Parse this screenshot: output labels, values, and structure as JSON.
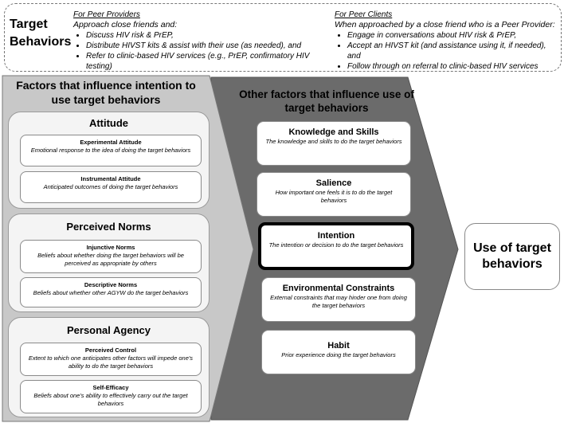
{
  "banner": {
    "title": "Target Behaviors",
    "providers": {
      "heading": "For Peer Providers",
      "subtitle": "Approach close friends and:",
      "items": [
        "Discuss HIV risk & PrEP,",
        "Distribute HIVST kits & assist with their use (as needed), and",
        "Refer to clinic-based HIV services (e.g., PrEP, confirmatory HIV testing)"
      ]
    },
    "clients": {
      "heading": "For Peer Clients",
      "subtitle": "When approached by a close friend who is a Peer Provider:",
      "items": [
        "Engage in conversations about HIV risk & PrEP,",
        "Accept an HIVST kit (and assistance using it, if needed), and",
        "Follow through on referral to clinic-based HIV services"
      ]
    }
  },
  "left_section": {
    "title": "Factors that influence intention to use target behaviors",
    "groups": [
      {
        "title": "Attitude",
        "cards": [
          {
            "title": "Experimental Attitude",
            "desc": "Emotional response to the idea of doing the target behaviors"
          },
          {
            "title": "Instrumental Attitude",
            "desc": "Anticipated outcomes of doing the target behaviors"
          }
        ]
      },
      {
        "title": "Perceived Norms",
        "cards": [
          {
            "title": "Injunctive Norms",
            "desc": "Beliefs about whether doing the target behaviors will be perceived as appropriate by others"
          },
          {
            "title": "Descriptive Norms",
            "desc": "Beliefs about whether other AGYW do the target behaviors"
          }
        ]
      },
      {
        "title": "Personal Agency",
        "cards": [
          {
            "title": "Perceived Control",
            "desc": "Extent to which one anticipates other factors will impede one's ability to do the target behaviors"
          },
          {
            "title": "Self-Efficacy",
            "desc": "Beliefs about one's ability to effectively carry out the target behaviors"
          }
        ]
      }
    ]
  },
  "middle_section": {
    "title": "Other factors that influence use of target behaviors",
    "cards": [
      {
        "title": "Knowledge and Skills",
        "desc": "The knowledge and skills to do the target behaviors"
      },
      {
        "title": "Salience",
        "desc": "How important one feels it is to do the target behaviors"
      },
      {
        "title": "Intention",
        "desc": "The intention or decision to do the target behaviors"
      },
      {
        "title": "Environmental Constraints",
        "desc": "External constraints that may hinder one from doing the target behaviors"
      },
      {
        "title": "Habit",
        "desc": "Prior experience doing the target behaviors"
      }
    ]
  },
  "outcome": {
    "label": "Use of target behaviors"
  }
}
